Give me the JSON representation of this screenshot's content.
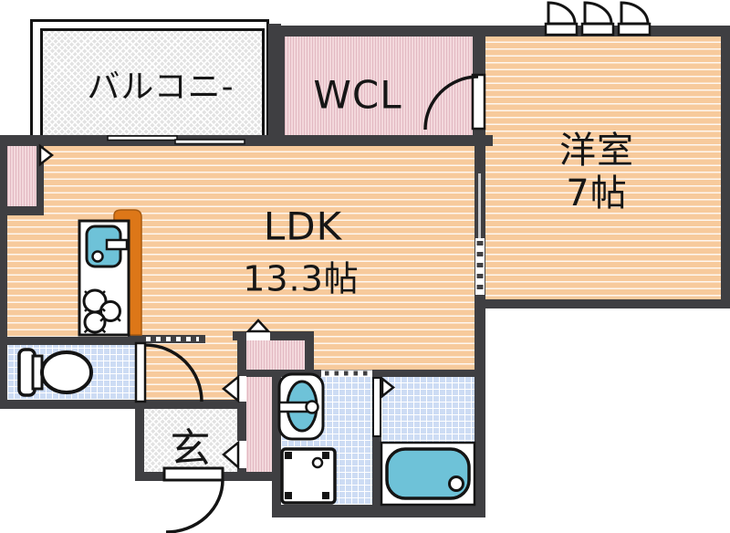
{
  "title": "apartment-floor-plan",
  "rooms": {
    "balcony": {
      "label": "バルコニ-"
    },
    "wcl": {
      "label": "WCL"
    },
    "western_room": {
      "label": "洋室",
      "size": "7帖"
    },
    "ldk": {
      "label": "LDK",
      "size": "13.3帖"
    },
    "entrance": {
      "label": "玄"
    }
  },
  "fixtures": [
    "kitchen-sink",
    "stove",
    "kitchen-counter",
    "toilet",
    "washbasin",
    "washing-machine-pan",
    "bathtub",
    "entrance-door",
    "wcl-door",
    "hall-door",
    "bathroom-door",
    "sliding-door",
    "balcony-window",
    "casement-windows"
  ],
  "colors": {
    "wall": "#3f3f42",
    "wood_floor": "#f7ca9c",
    "pink_room": "#f3d8dc",
    "tile_blue": "#cddcf4",
    "hatch_gray": "#e2e2e2",
    "fixture_teal": "#6ec2d8",
    "counter_orange": "#dd7718",
    "line_black": "#141414"
  }
}
